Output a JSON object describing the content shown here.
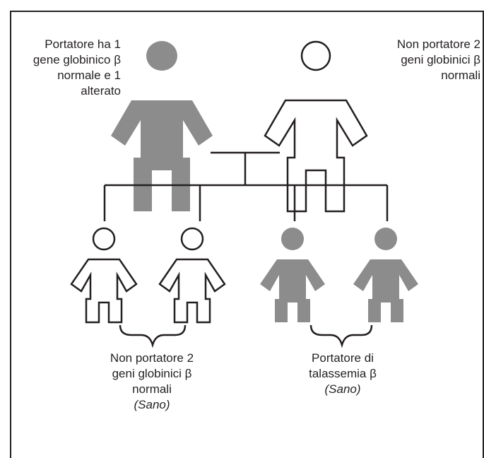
{
  "colors": {
    "carrier": "#8c8c8c",
    "outline": "#231f20",
    "background": "#ffffff"
  },
  "parents": {
    "father": {
      "icon": "affected-person-icon",
      "label": [
        "Portatore ha 1",
        "gene globinico β",
        "normale e 1",
        "alterato"
      ]
    },
    "mother": {
      "icon": "unaffected-person-icon",
      "label": [
        "Non portatore 2",
        "geni globinici β",
        "normali"
      ]
    }
  },
  "children_groups": [
    {
      "icon": "unaffected-person-icon",
      "label": [
        "Non portatore 2",
        "geni globinici β",
        "normali"
      ],
      "status": "(Sano)"
    },
    {
      "icon": "affected-person-icon",
      "label": [
        "Portatore di",
        "talassemia β"
      ],
      "status": "(Sano)"
    }
  ]
}
